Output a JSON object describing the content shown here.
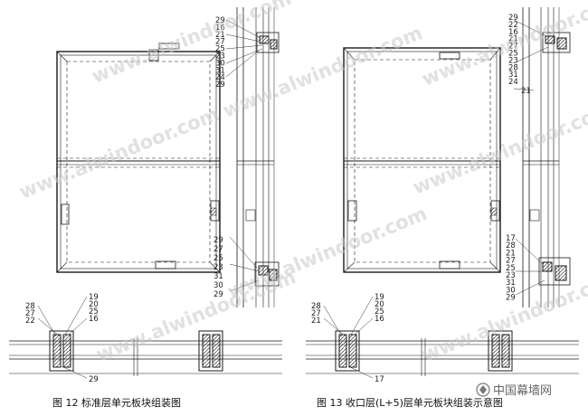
{
  "watermark": "www.alwindoor.com",
  "logo_text": "中国幕墙网",
  "captions": {
    "fig12": "图 12 标准层单元板块组装图",
    "fig13": "图 13  收口层(L+5)层单元板块组装示意图"
  },
  "fig12_side_labels": [
    "29",
    "16",
    "21",
    "27",
    "25",
    "23",
    "30",
    "31",
    "24",
    "29"
  ],
  "fig12_bottom_labels": [
    "29",
    "27",
    "25",
    "23",
    "31",
    "30",
    "29"
  ],
  "fig12_plan_left": [
    "28",
    "27",
    "22"
  ],
  "fig12_plan_right": [
    "19",
    "20",
    "25",
    "16"
  ],
  "fig12_plan_bottom": "29",
  "fig13_side_labels": [
    "29",
    "22",
    "16",
    "21",
    "27",
    "25",
    "23",
    "28",
    "31",
    "24"
  ],
  "fig13_mid_label": "21",
  "fig13_bottom_labels": [
    "17",
    "28",
    "21",
    "27",
    "25",
    "23",
    "31",
    "30",
    "29"
  ],
  "fig13_plan_left": [
    "28",
    "27",
    "21"
  ],
  "fig13_plan_right": [
    "19",
    "20",
    "25",
    "16"
  ],
  "fig13_plan_bottom": "17",
  "colors": {
    "line": "#1a1a1a",
    "watermark": "#c9c9c9"
  }
}
